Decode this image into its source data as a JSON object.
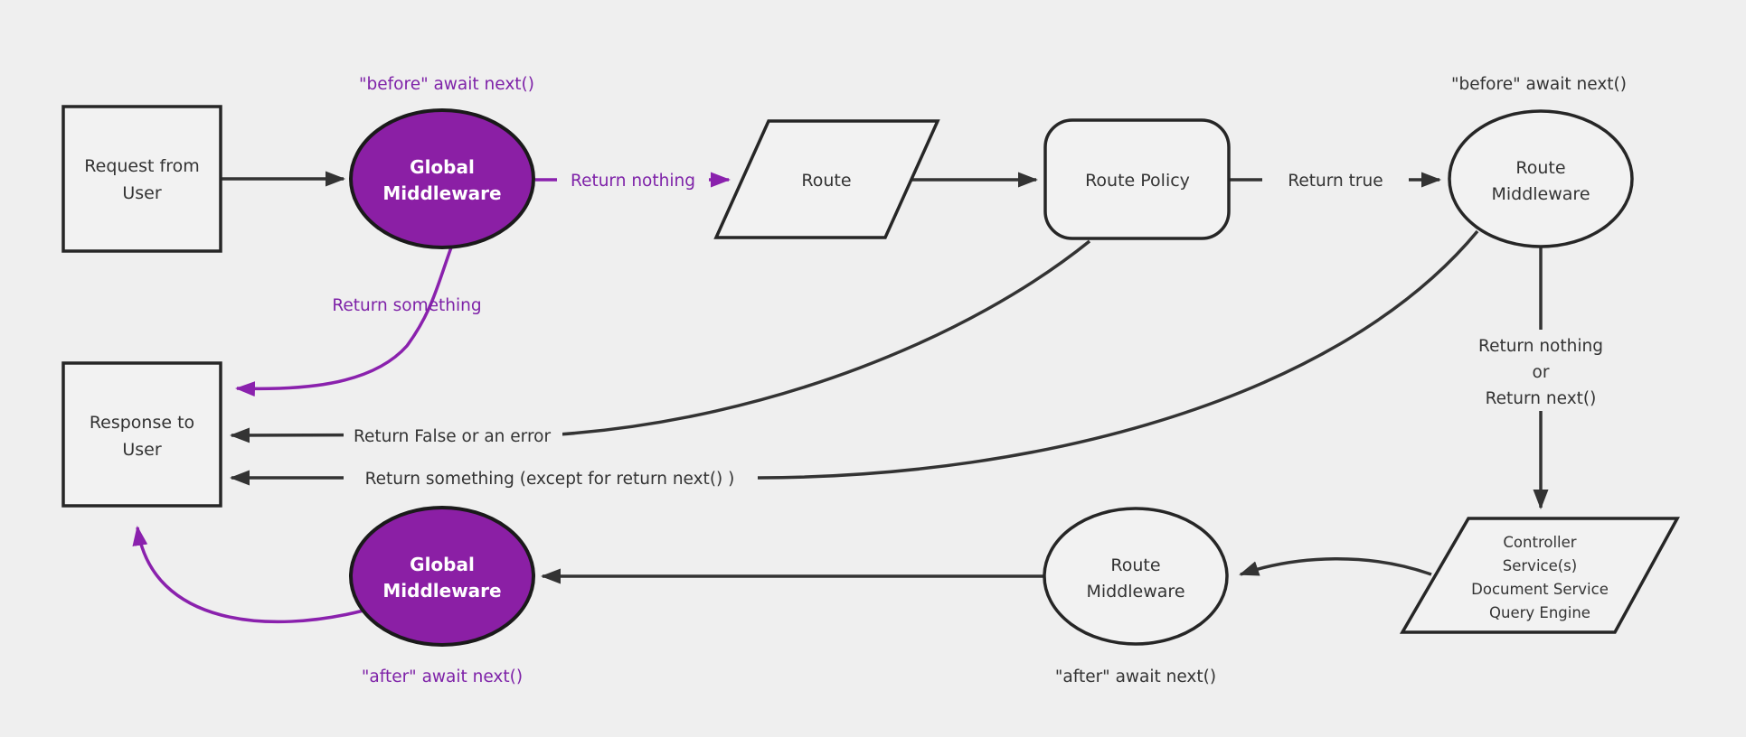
{
  "diagram": {
    "title_hint": "middleware-request-flowchart",
    "colors": {
      "background": "#efefef",
      "purple_fill": "#8b1fa5",
      "purple_stroke": "#8a21ad",
      "purple_text": "#7e22a8",
      "node_fill": "#f2f2f2",
      "node_stroke": "#262626",
      "dark_text": "#333333",
      "arrow": "#333333"
    },
    "nodes": {
      "request": {
        "line1": "Request from",
        "line2": "User"
      },
      "global_middleware_top": {
        "line1": "Global",
        "line2": "Middleware"
      },
      "route": {
        "label": "Route"
      },
      "route_policy": {
        "label": "Route Policy"
      },
      "route_middleware_top": {
        "line1": "Route",
        "line2": "Middleware"
      },
      "controller": {
        "line1": "Controller",
        "line2": "Service(s)",
        "line3": "Document Service",
        "line4": "Query Engine"
      },
      "route_middleware_bottom": {
        "line1": "Route",
        "line2": "Middleware"
      },
      "global_middleware_bottom": {
        "line1": "Global",
        "line2": "Middleware"
      },
      "response": {
        "line1": "Response to",
        "line2": "User"
      }
    },
    "labels": {
      "before_await_global": "\"before\" await next()",
      "before_await_route": "\"before\" await next()",
      "after_await_global": "\"after\" await next()",
      "after_await_route": "\"after\" await next()",
      "return_nothing": "Return nothing",
      "return_something": "Return something",
      "return_true": "Return true",
      "return_false_or_error": "Return False or an error",
      "return_something_except": "Return something (except for return next() )",
      "return_nothing_or_1": "Return nothing",
      "return_nothing_or_2": "or",
      "return_nothing_or_3": "Return next()"
    }
  }
}
